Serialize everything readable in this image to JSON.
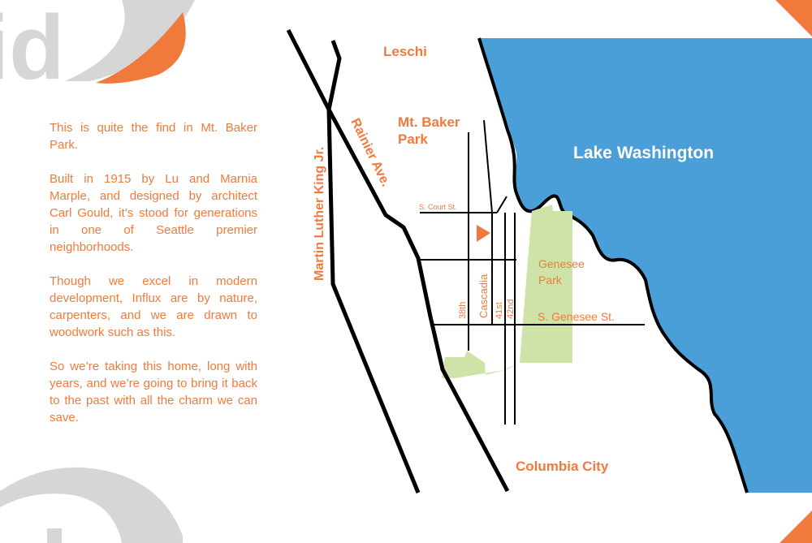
{
  "colors": {
    "accent": "#f07a3c",
    "water": "#4a9fd8",
    "park": "#cfe2a8",
    "road": "#000000",
    "logo_gray": "#d6d6d6"
  },
  "story": {
    "paragraphs": [
      "This is quite the find in Mt. Baker Park.",
      "Built in 1915 by Lu and Marnia Marple, and designed by architect Carl Gould, it’s stood for generations in one of Seattle premier neighborhoods.",
      "Though we excel in modern development, Influx are by nature, carpenters, and we are drawn to woodwork such as this.",
      "So we’re taking this home, long with years, and we’re going to bring it back to the past with all the charm we can save."
    ]
  },
  "logo": {
    "text": "id"
  },
  "map": {
    "labels": {
      "leschi": "Leschi",
      "mt_baker_park_line1": "Mt. Baker",
      "mt_baker_park_line2": "Park",
      "lake_washington": "Lake Washington",
      "mlk": "Martin Luther King Jr.",
      "rainier": "Rainier Ave.",
      "court_st": "S. Court St.",
      "genesee_park_line1": "Genesee",
      "genesee_park_line2": "Park",
      "genesee_st": "S. Genesee St.",
      "st_38th": "38th",
      "cascadia": "Cascadia",
      "st_41st": "41st",
      "st_42nd": "42nd",
      "columbia_city": "Columbia City"
    },
    "location_marker": "play-triangle-icon"
  }
}
